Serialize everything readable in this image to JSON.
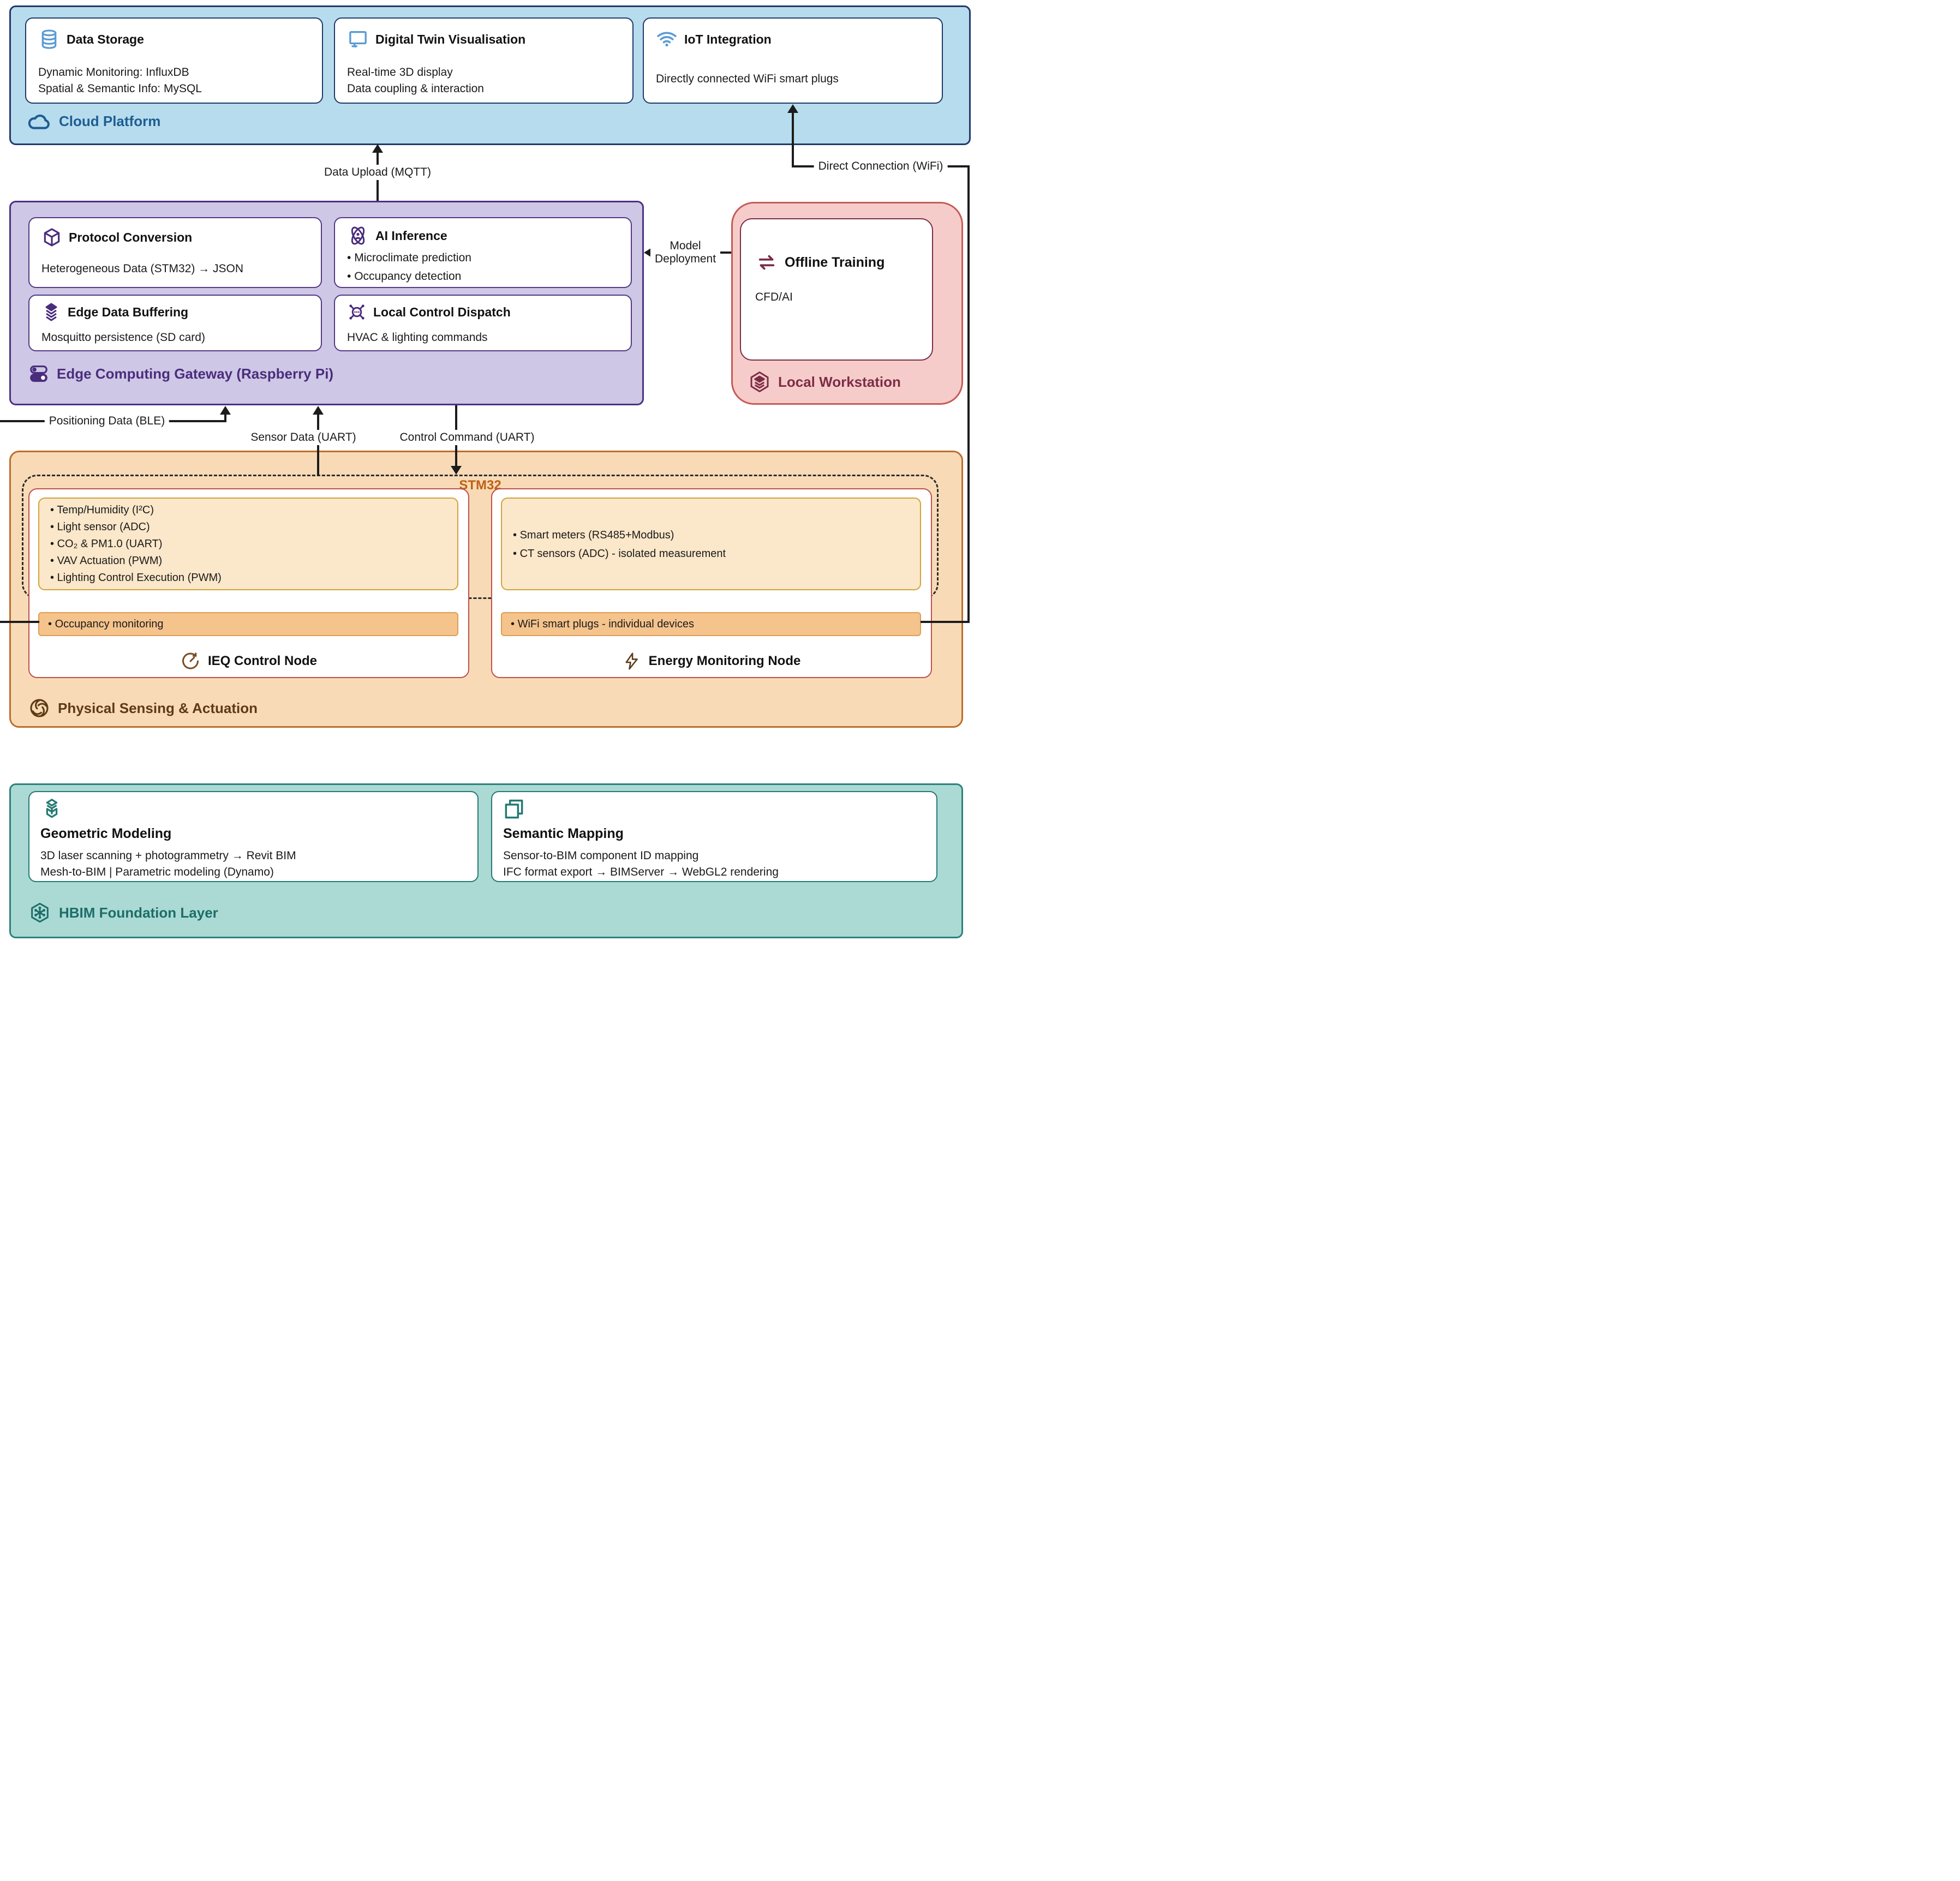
{
  "colors": {
    "cloud_bg": "#b7dcee",
    "cloud_border": "#24386b",
    "cloud_label": "#1e5d92",
    "cloud_icon": "#5b9bd5",
    "edge_bg": "#cec7e5",
    "edge_border": "#4b3182",
    "edge_accent": "#4a2d7d",
    "work_bg": "#f6cccb",
    "work_border": "#c65b55",
    "work_accent": "#7c2d45",
    "phys_bg": "#f8dbb6",
    "phys_border": "#bc6e2c",
    "phys_accent": "#5f3a17",
    "stm32_label_color": "#c05f15",
    "node_border": "#c0504d",
    "peach_fill": "#fbe7c9",
    "peach_border": "#d1a33c",
    "strip_fill": "#f5c38c",
    "hbim_bg": "#abdad5",
    "hbim_border": "#2b837b",
    "hbim_accent": "#1d6e67",
    "connector": "#1c1c1c"
  },
  "cloud": {
    "label": "Cloud Platform",
    "icon": "cloud-icon",
    "cards": [
      {
        "icon": "database-icon",
        "title": "Data Storage",
        "lines": [
          "Dynamic Monitoring: InfluxDB",
          "Spatial & Semantic Info: MySQL"
        ]
      },
      {
        "icon": "monitor-icon",
        "title": "Digital Twin Visualisation",
        "lines": [
          "Real-time 3D display",
          "Data coupling & interaction"
        ]
      },
      {
        "icon": "wifi-icon",
        "title": "IoT Integration",
        "lines": [
          "Directly connected WiFi smart plugs"
        ]
      }
    ]
  },
  "edge": {
    "label": "Edge Computing Gateway (Raspberry Pi)",
    "icon": "toggles-icon",
    "protocol": {
      "icon": "cube-icon",
      "title": "Protocol Conversion",
      "line": "Heterogeneous Data (STM32) → JSON"
    },
    "ai": {
      "icon": "atom-icon",
      "title": "AI Inference",
      "bullets": [
        "Microclimate prediction",
        "Occupancy detection"
      ]
    },
    "buffering": {
      "icon": "stacked-layers-icon",
      "title": "Edge Data Buffering",
      "line": "Mosquitto persistence (SD card)"
    },
    "dispatch": {
      "icon": "hub-icon",
      "title": "Local Control Dispatch",
      "line": "HVAC & lighting commands"
    }
  },
  "workstation": {
    "label": "Local Workstation",
    "icon": "hex-layers-icon",
    "card": {
      "icon": "exchange-arrows-icon",
      "title": "Offline Training",
      "line": "CFD/AI"
    }
  },
  "physical": {
    "label": "Physical Sensing & Actuation",
    "icon": "spiral-icon",
    "stm32_label": "STM32",
    "ieq": {
      "title": "IEQ Control Node",
      "icon": "gauge-icon",
      "items": [
        "Temp/Humidity (I²C)",
        "Light sensor (ADC)",
        "CO₂ & PM1.0 (UART)",
        "VAV Actuation (PWM)",
        "Lighting Control Execution (PWM)"
      ],
      "strip": "Occupancy monitoring"
    },
    "energy": {
      "title": "Energy Monitoring Node",
      "icon": "bolt-icon",
      "items": [
        "Smart meters (RS485+Modbus)",
        "CT sensors (ADC) - isolated measurement"
      ],
      "strip": "WiFi smart plugs - individual devices"
    }
  },
  "hbim": {
    "label": "HBIM Foundation Layer",
    "icon": "hex-network-icon",
    "cards": [
      {
        "icon": "wire-cube-icon",
        "title": "Geometric Modeling",
        "lines": [
          "3D laser scanning + photogrammetry → Revit BIM",
          "Mesh-to-BIM | Parametric modeling (Dynamo)"
        ]
      },
      {
        "icon": "copy-squares-icon",
        "title": "Semantic Mapping",
        "lines": [
          "Sensor-to-BIM component ID mapping",
          "IFC format export → BIMServer → WebGL2 rendering"
        ]
      }
    ]
  },
  "flows": {
    "data_upload": "Data Upload (MQTT)",
    "direct_connection": "Direct Connection (WiFi)",
    "model_deployment_line1": "Model",
    "model_deployment_line2": "Deployment",
    "positioning": "Positioning Data (BLE)",
    "sensor_data": "Sensor Data (UART)",
    "control_command": "Control Command (UART)"
  }
}
